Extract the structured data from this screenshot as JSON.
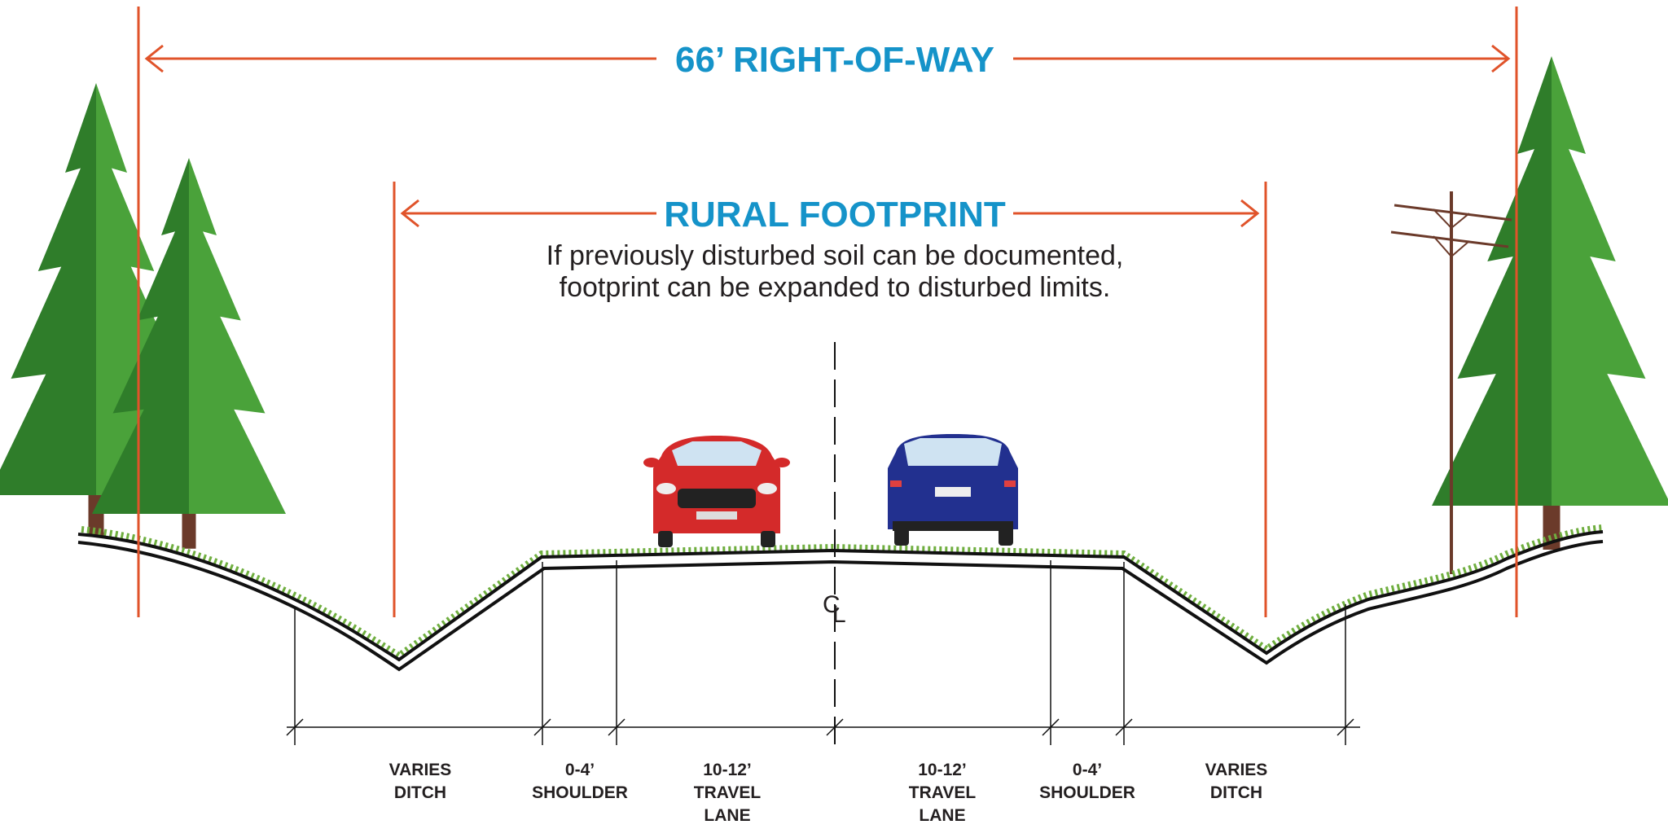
{
  "colors": {
    "accent_orange": "#e0532a",
    "title_blue": "#1593c9",
    "text_dark": "#231f20",
    "tree_green": "#3f8f2f",
    "grass_green": "#6fae3f",
    "car_red": "#d42a2a",
    "car_blue": "#22308f",
    "pole_brown": "#6b3a2a"
  },
  "icons": {
    "left_trees": "pine-tree-icon",
    "right_tree": "pine-tree-icon",
    "pole": "utility-pole-icon",
    "car_front": "red-car-front-icon",
    "car_rear": "blue-car-rear-icon"
  },
  "right_of_way": {
    "label": "66’ RIGHT-OF-WAY"
  },
  "rural_footprint": {
    "label": "RURAL FOOTPRINT",
    "note_line1": "If previously disturbed soil can be documented,",
    "note_line2": "footprint can be expanded to disturbed limits."
  },
  "centerline": {
    "label_c": "C",
    "label_l": "L"
  },
  "segments": [
    {
      "line1": "VARIES",
      "line2": "DITCH",
      "line3": ""
    },
    {
      "line1": "0-4’",
      "line2": "SHOULDER",
      "line3": ""
    },
    {
      "line1": "10-12’",
      "line2": "TRAVEL",
      "line3": "LANE"
    },
    {
      "line1": "10-12’",
      "line2": "TRAVEL",
      "line3": "LANE"
    },
    {
      "line1": "0-4’",
      "line2": "SHOULDER",
      "line3": ""
    },
    {
      "line1": "VARIES",
      "line2": "DITCH",
      "line3": ""
    }
  ]
}
